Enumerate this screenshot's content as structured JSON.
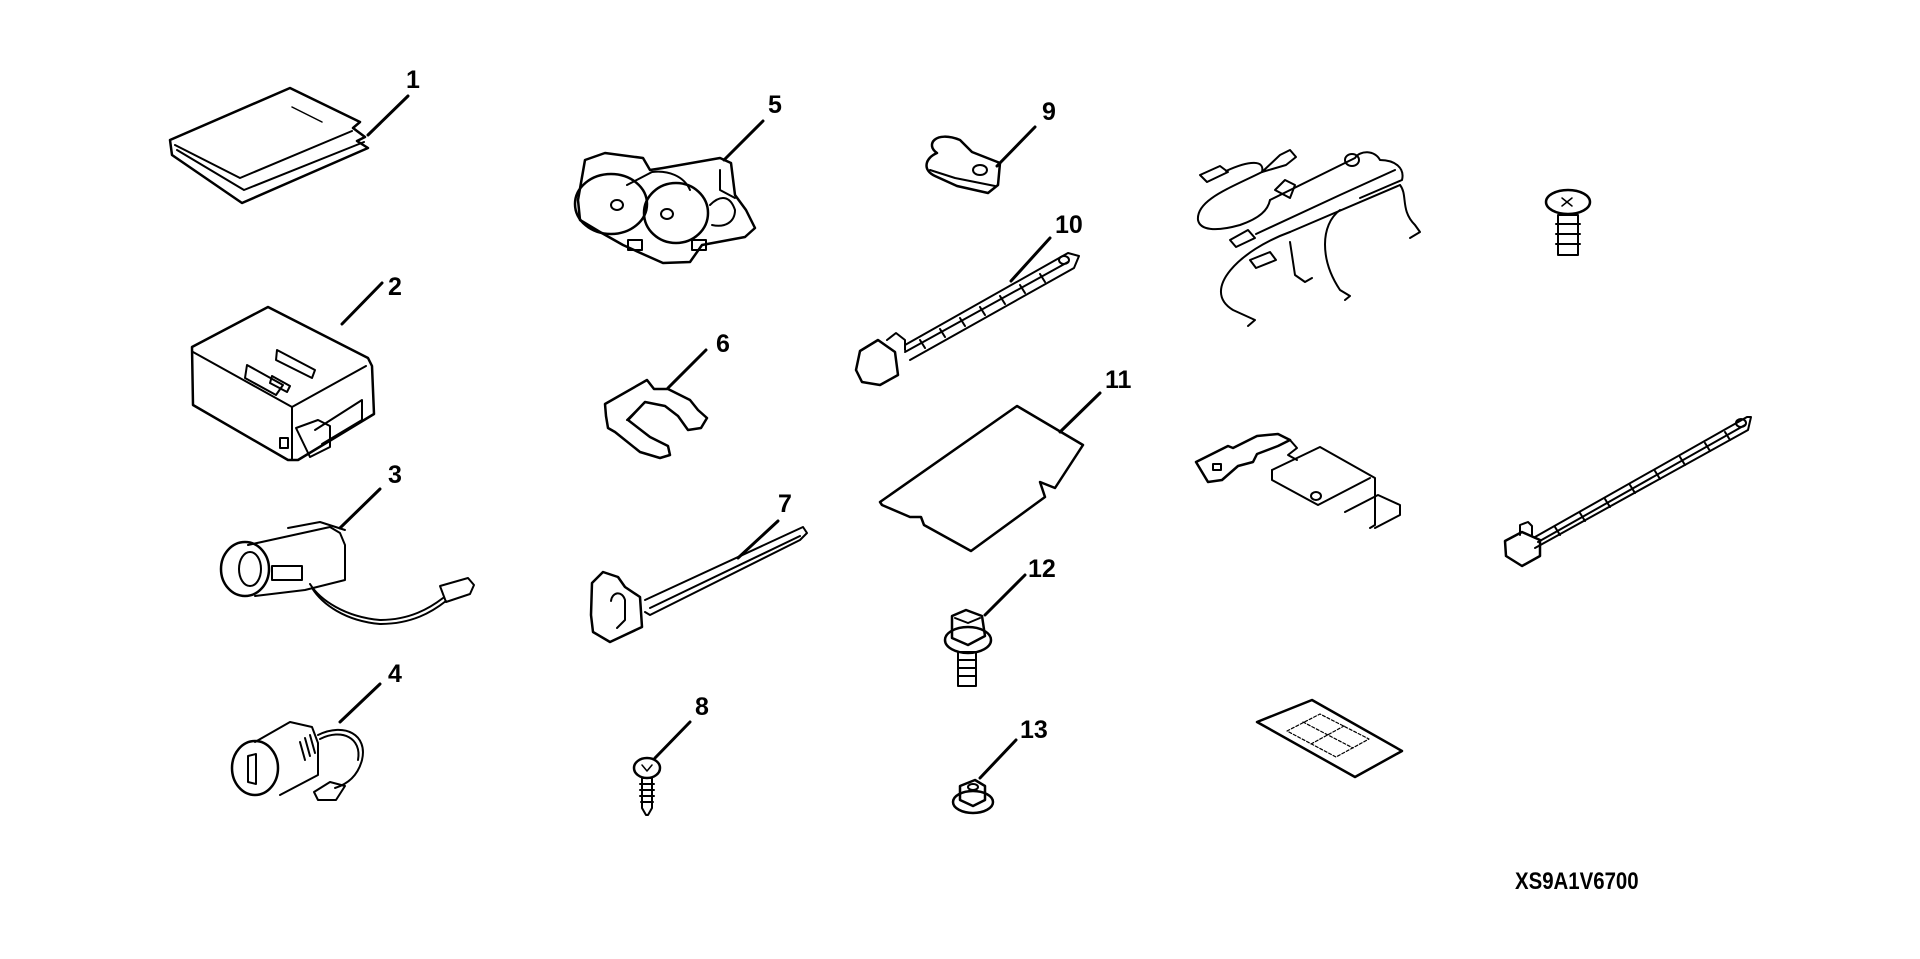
{
  "diagram": {
    "type": "exploded parts diagram",
    "code": "XS9A1V6700",
    "background": "#ffffff",
    "line_color": "#000000",
    "callouts": [
      {
        "id": "1",
        "part": "instruction-manual"
      },
      {
        "id": "2",
        "part": "control-unit"
      },
      {
        "id": "3",
        "part": "lock-cylinder-with-wire"
      },
      {
        "id": "4",
        "part": "lock-cylinder-small-with-wire"
      },
      {
        "id": "5",
        "part": "actuator-motor-assembly"
      },
      {
        "id": "6",
        "part": "harness-clip"
      },
      {
        "id": "7",
        "part": "clip-tie"
      },
      {
        "id": "8",
        "part": "tapping-screw"
      },
      {
        "id": "9",
        "part": "cable-clamp"
      },
      {
        "id": "10",
        "part": "cable-tie-with-clip"
      },
      {
        "id": "11",
        "part": "pad"
      },
      {
        "id": "12",
        "part": "flange-bolt"
      },
      {
        "id": "13",
        "part": "flange-nut"
      }
    ],
    "unlabeled_parts": [
      "wire-harness",
      "screw",
      "bracket",
      "cable-tie",
      "label-sheet"
    ]
  }
}
